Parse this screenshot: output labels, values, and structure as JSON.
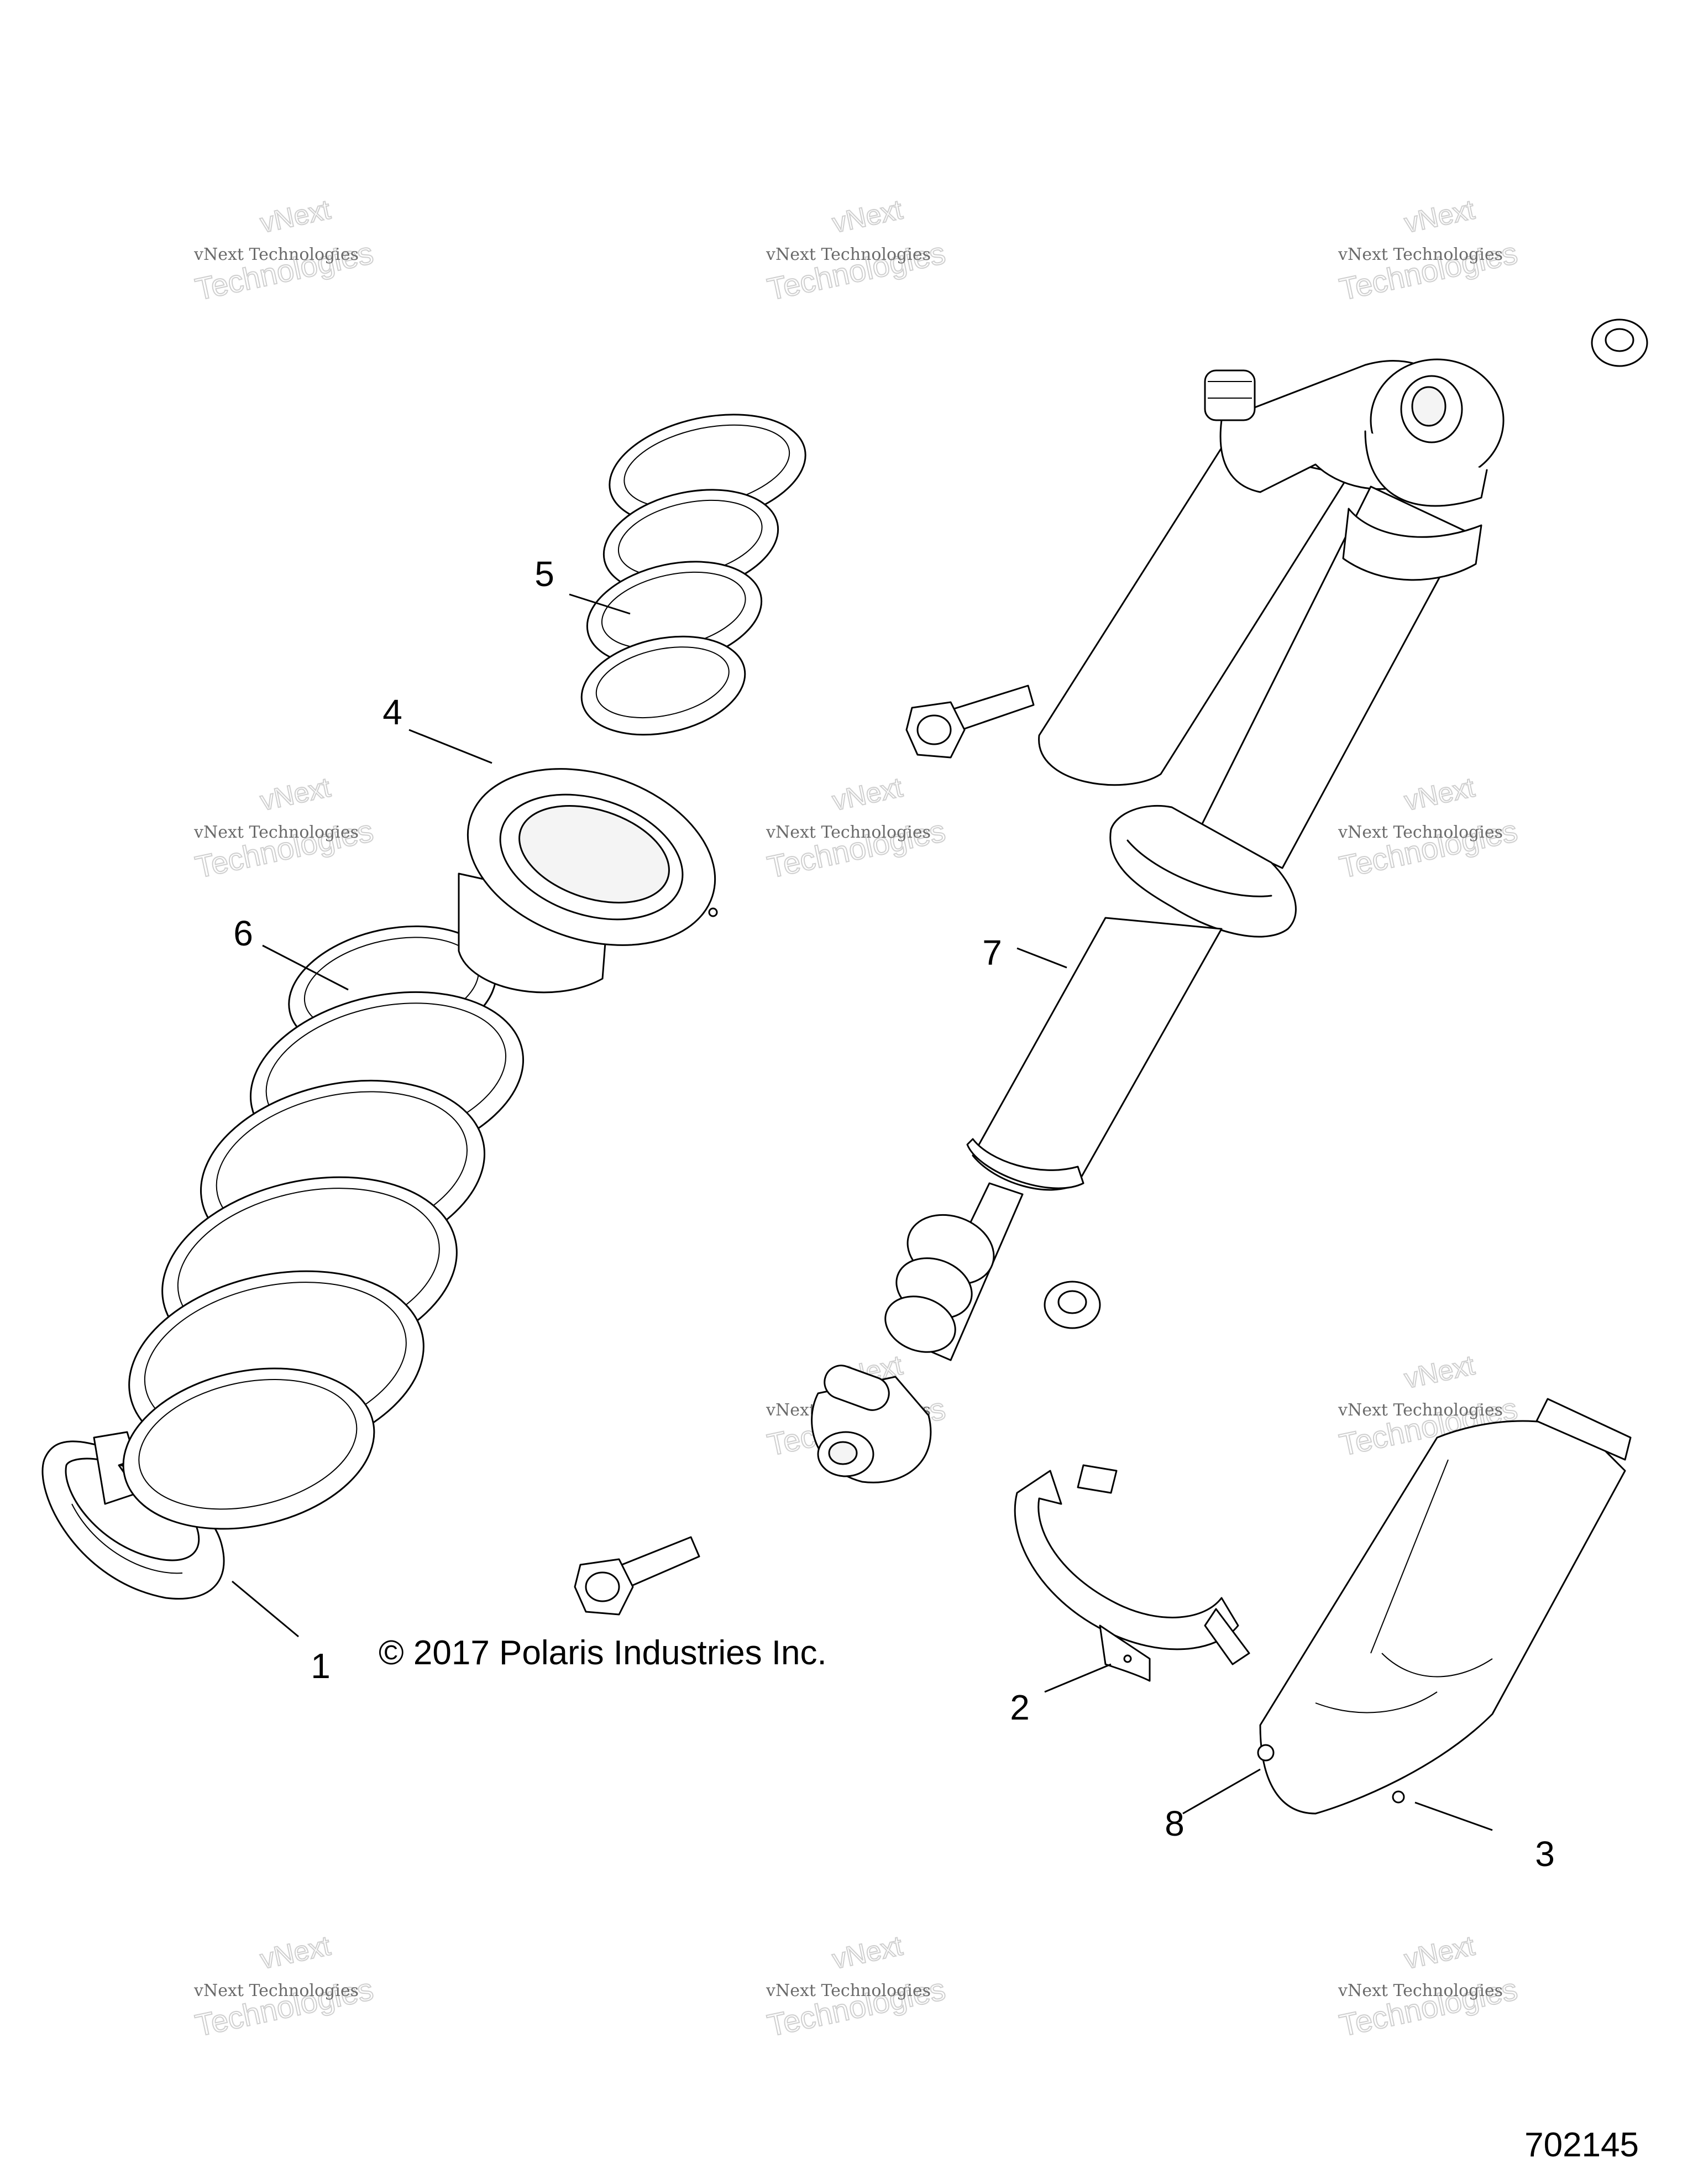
{
  "diagram": {
    "callouts": [
      {
        "id": "1",
        "label": "1"
      },
      {
        "id": "2",
        "label": "2"
      },
      {
        "id": "3",
        "label": "3"
      },
      {
        "id": "4",
        "label": "4"
      },
      {
        "id": "5",
        "label": "5"
      },
      {
        "id": "6",
        "label": "6"
      },
      {
        "id": "7",
        "label": "7"
      },
      {
        "id": "8",
        "label": "8"
      }
    ],
    "copyright": "© 2017 Polaris Industries Inc.",
    "diagram_number": "702145"
  },
  "watermark": {
    "line_top": "vNext",
    "line_small": "vNext Technologies",
    "line_large": "Technologies"
  }
}
